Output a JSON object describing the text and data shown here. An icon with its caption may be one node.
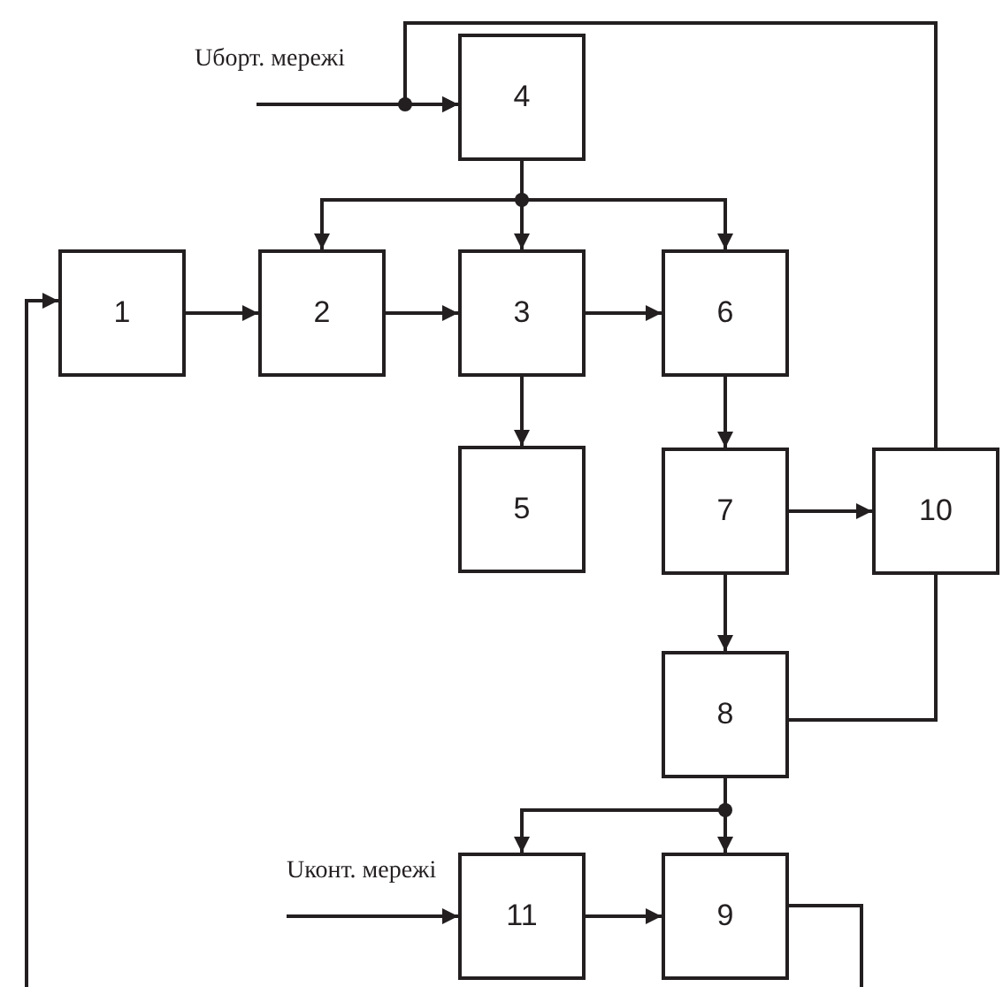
{
  "diagram": {
    "nodes": [
      {
        "text": [
          "4"
        ]
      },
      {
        "text": [
          "1"
        ]
      },
      {
        "text": [
          "2"
        ]
      },
      {
        "text": [
          "3"
        ]
      },
      {
        "text": [
          "6"
        ]
      },
      {
        "text": [
          "5"
        ]
      },
      {
        "text": [
          "7"
        ]
      },
      {
        "text": [
          "10"
        ]
      },
      {
        "text": [
          "8"
        ]
      },
      {
        "text": [
          "11"
        ]
      },
      {
        "text": [
          "9"
        ]
      }
    ],
    "edges": [
      {
        "from": null,
        "to": 0,
        "arrow": "to",
        "label": "Uборт. мережі"
      },
      {
        "from": 7,
        "to": 0,
        "arrow": "to"
      },
      {
        "from": 0,
        "to": 2,
        "arrow": "to"
      },
      {
        "from": 0,
        "to": 3,
        "arrow": "to"
      },
      {
        "from": 0,
        "to": 4,
        "arrow": "to"
      },
      {
        "from": 1,
        "to": 2,
        "arrow": "to"
      },
      {
        "from": 2,
        "to": 3,
        "arrow": "to"
      },
      {
        "from": 3,
        "to": 4,
        "arrow": "to"
      },
      {
        "from": 3,
        "to": 5,
        "arrow": "to"
      },
      {
        "from": 4,
        "to": 6,
        "arrow": "to"
      },
      {
        "from": 6,
        "to": 7,
        "arrow": "to"
      },
      {
        "from": 6,
        "to": 8,
        "arrow": "to"
      },
      {
        "from": 7,
        "to": 8,
        "arrow": "none"
      },
      {
        "from": 8,
        "to": 9,
        "arrow": "to"
      },
      {
        "from": 8,
        "to": 10,
        "arrow": "to"
      },
      {
        "from": null,
        "to": 9,
        "arrow": "to",
        "label": "Uконт. мережі"
      },
      {
        "from": 9,
        "to": 10,
        "arrow": "to"
      },
      {
        "from": 10,
        "to": null,
        "arrow": "none"
      },
      {
        "from": null,
        "to": 1,
        "arrow": "to"
      }
    ]
  }
}
